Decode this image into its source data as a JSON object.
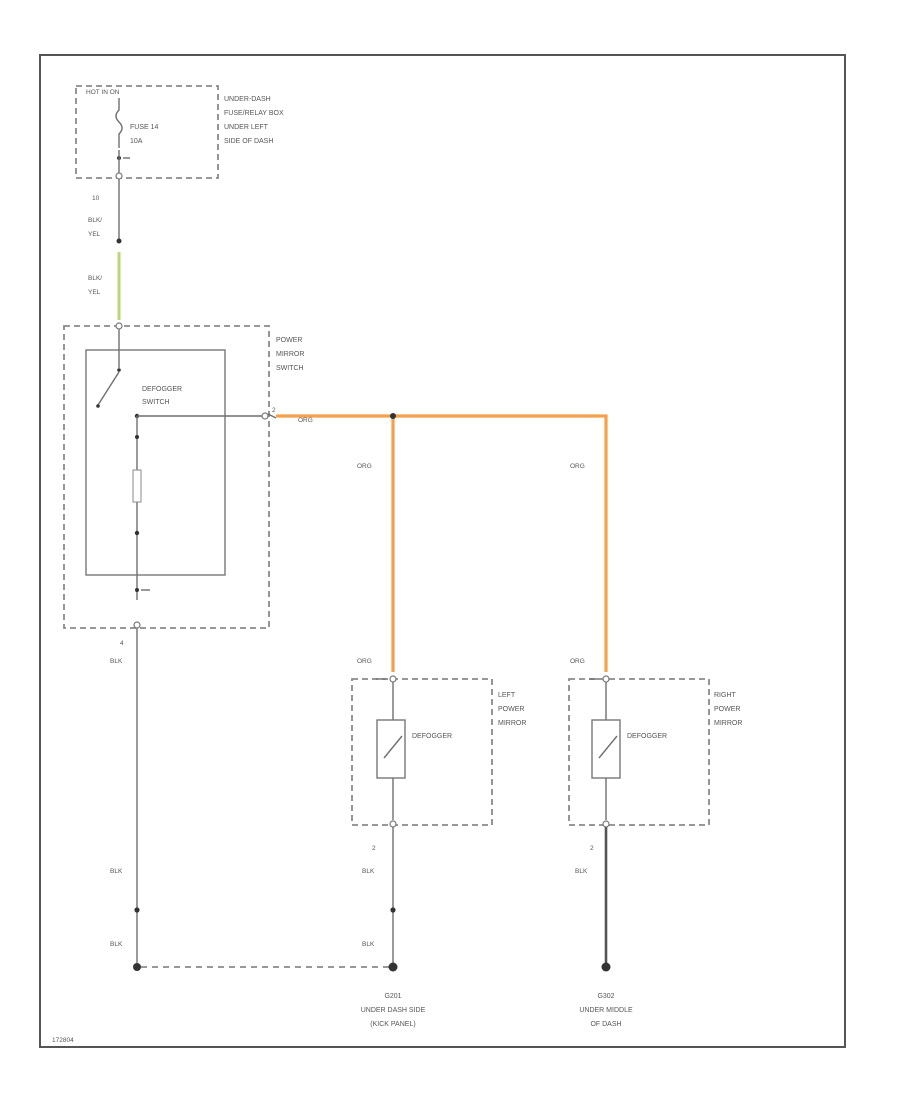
{
  "fuse_box": {
    "header": "HOT IN ON",
    "fuse_label": "FUSE 14",
    "fuse_rating": "10A",
    "location": [
      "UNDER-DASH",
      "FUSE/RELAY BOX",
      "UNDER LEFT",
      "SIDE OF DASH"
    ]
  },
  "wire_top": {
    "pin": "10",
    "color_a": "BLK/",
    "color_b": "YEL"
  },
  "wire_green": {
    "color_a": "BLK/",
    "color_b": "YEL"
  },
  "switch": {
    "name": [
      "POWER",
      "MIRROR",
      "SWITCH"
    ],
    "defogger_label": [
      "DEFOGGER",
      "SWITCH"
    ],
    "pin_out": "2",
    "pin_bottom": "4",
    "wire_out_color": "ORG"
  },
  "wires": {
    "org_left": "ORG",
    "org_right": "ORG",
    "org_left_bottom": "ORG",
    "org_right_bottom": "ORG",
    "blk_switch": "BLK",
    "blk_switch_lower": "BLK",
    "blk_switch_ground": "BLK",
    "blk_left": "BLK",
    "blk_left_ground": "BLK",
    "blk_right": "BLK"
  },
  "left_mirror": {
    "name": [
      "LEFT",
      "POWER",
      "MIRROR"
    ],
    "element": "DEFOGGER",
    "pin": "2"
  },
  "right_mirror": {
    "name": [
      "RIGHT",
      "POWER",
      "MIRROR"
    ],
    "element": "DEFOGGER",
    "pin": "2"
  },
  "grounds": {
    "g1": [
      "G201",
      "UNDER DASH SIDE",
      "(KICK PANEL)"
    ],
    "g2": [
      "G302",
      "UNDER MIDDLE",
      "OF DASH"
    ]
  },
  "footer_code": "172804"
}
